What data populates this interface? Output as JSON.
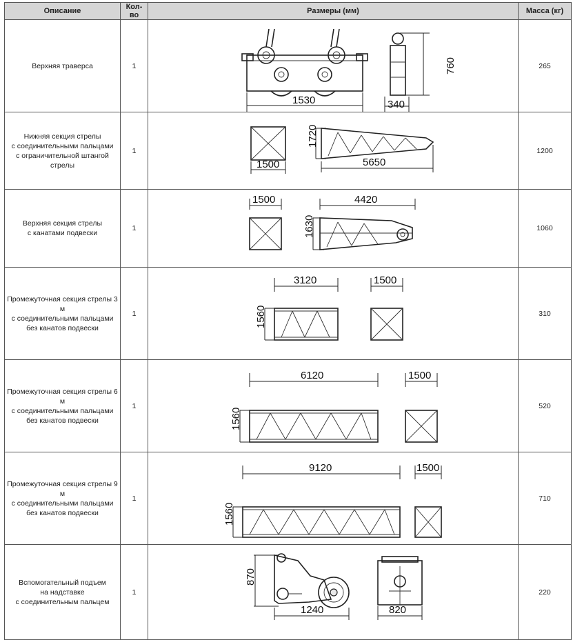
{
  "headers": {
    "description": "Описание",
    "quantity": "Кол-во",
    "dimensions": "Размеры (мм)",
    "mass": "Масса (кг)"
  },
  "rows": [
    {
      "description": [
        "Верхняя траверса"
      ],
      "quantity": "1",
      "mass": "265",
      "dims": [
        "1530",
        "340",
        "760"
      ]
    },
    {
      "description": [
        "Нижняя секция стрелы",
        "с соединительными пальцами",
        "с ограничительной штангой стрелы"
      ],
      "quantity": "1",
      "mass": "1200",
      "dims": [
        "1500",
        "1720",
        "5650"
      ]
    },
    {
      "description": [
        "Верхняя секция стрелы",
        "с канатами подвески"
      ],
      "quantity": "1",
      "mass": "1060",
      "dims": [
        "1500",
        "4420",
        "1630"
      ]
    },
    {
      "description": [
        "Промежуточная секция стрелы 3 м",
        "с соединительными пальцами",
        "без канатов подвески"
      ],
      "quantity": "1",
      "mass": "310",
      "dims": [
        "3120",
        "1500",
        "1560"
      ]
    },
    {
      "description": [
        "Промежуточная секция стрелы 6 м",
        "с соединительными пальцами",
        "без канатов подвески"
      ],
      "quantity": "1",
      "mass": "520",
      "dims": [
        "6120",
        "1500",
        "1560"
      ]
    },
    {
      "description": [
        "Промежуточная секция стрелы 9 м",
        "с соединительными пальцами",
        "без канатов подвески"
      ],
      "quantity": "1",
      "mass": "710",
      "dims": [
        "9120",
        "1500",
        "1560"
      ]
    },
    {
      "description": [
        "Вспомогательный подъем",
        "на надставке",
        "с соединительным пальцем"
      ],
      "quantity": "1",
      "mass": "220",
      "dims": [
        "870",
        "1240",
        "820"
      ]
    }
  ]
}
